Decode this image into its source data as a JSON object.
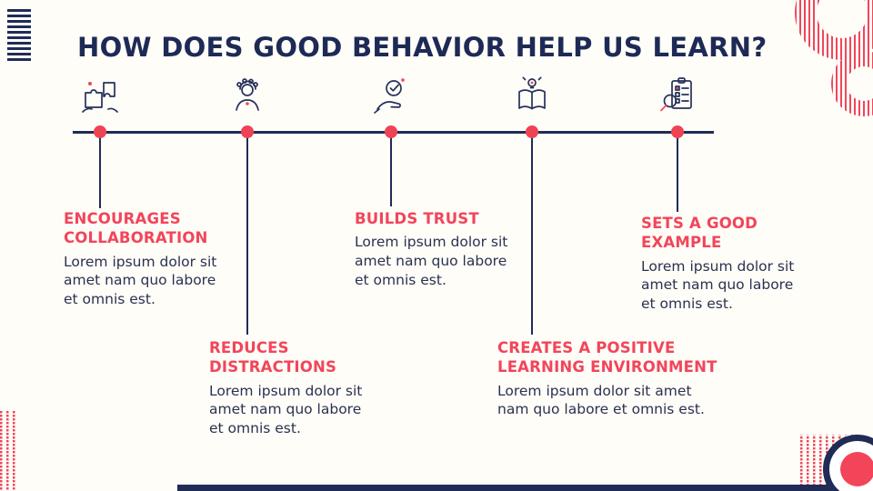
{
  "slide": {
    "title": "HOW DOES GOOD BEHAVIOR HELP US LEARN?",
    "items": [
      {
        "heading": "ENCOURAGES COLLABORATION",
        "body": "Lorem ipsum dolor sit amet nam quo labore et omnis est.",
        "icon": "collaboration-puzzle-icon"
      },
      {
        "heading": "REDUCES DISTRACTIONS",
        "body": "Lorem ipsum dolor sit amet nam quo labore et omnis est.",
        "icon": "focused-person-icon"
      },
      {
        "heading": "BUILDS TRUST",
        "body": "Lorem ipsum dolor sit amet nam quo labore et omnis est.",
        "icon": "hand-check-icon"
      },
      {
        "heading": "CREATES A POSITIVE LEARNING ENVIRONMENT",
        "body": "Lorem ipsum dolor sit amet nam quo labore et omnis est.",
        "icon": "book-idea-icon"
      },
      {
        "heading": "SETS A GOOD EXAMPLE",
        "body": "Lorem ipsum dolor sit amet nam quo labore et omnis est.",
        "icon": "checklist-magnifier-icon"
      }
    ],
    "colors": {
      "navy": "#202c56",
      "red": "#f2455a",
      "background": "#fffdf8"
    }
  }
}
